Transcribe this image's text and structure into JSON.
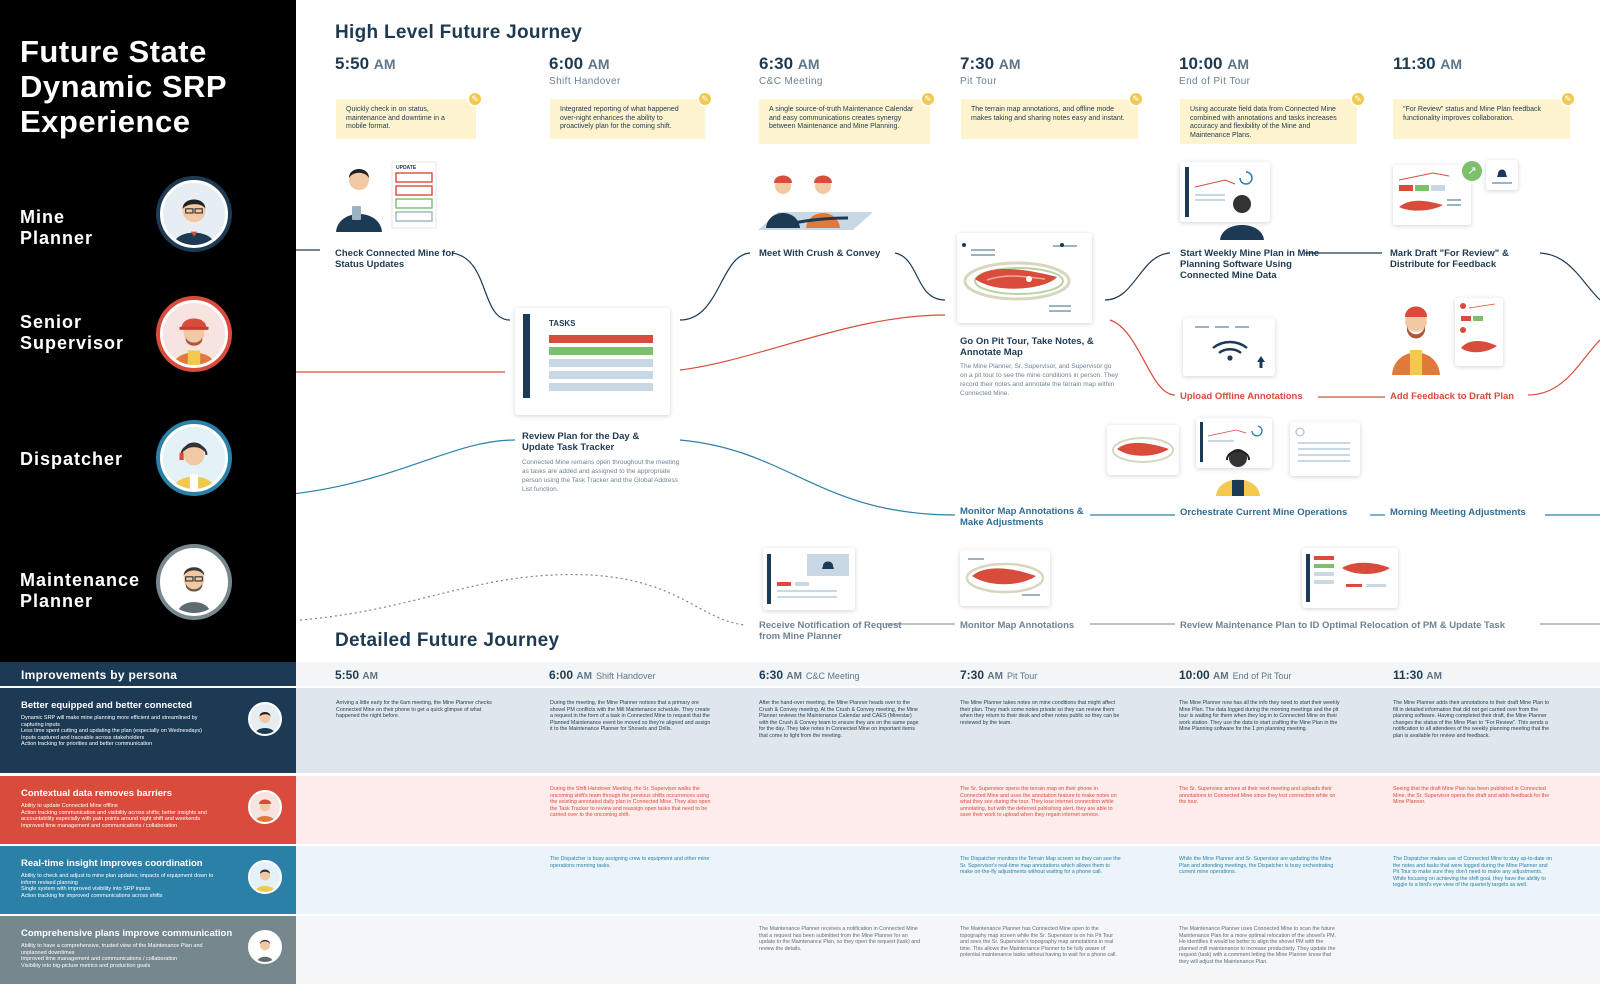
{
  "sidebar": {
    "title_lines": [
      "Future State",
      "Dynamic SRP",
      "Experience"
    ],
    "personas": [
      {
        "label_lines": [
          "Mine",
          "Planner"
        ],
        "color": "#1d3a55"
      },
      {
        "label_lines": [
          "Senior",
          "Supervisor"
        ],
        "color": "#d94c3b"
      },
      {
        "label_lines": [
          "Dispatcher"
        ],
        "color": "#2b80a8"
      },
      {
        "label_lines": [
          "Maintenance",
          "Planner"
        ],
        "color": "#77878e"
      }
    ]
  },
  "high_level": {
    "title": "High Level Future Journey",
    "columns": [
      {
        "time": "5:50",
        "ampm": "AM",
        "sub": "",
        "note": "Quickly check in on status, maintenance and downtime in a mobile format."
      },
      {
        "time": "6:00",
        "ampm": "AM",
        "sub": "Shift Handover",
        "note": "Integrated reporting of what happened over-night enhances the ability to proactively plan for the coming shift."
      },
      {
        "time": "6:30",
        "ampm": "AM",
        "sub": "C&C Meeting",
        "note": "A single source-of-truth Maintenance Calendar and easy communications creates synergy between Maintenance and Mine Planning."
      },
      {
        "time": "7:30",
        "ampm": "AM",
        "sub": "Pit Tour",
        "note": "The terrain map annotations, and offline mode makes taking and sharing notes easy and instant."
      },
      {
        "time": "10:00",
        "ampm": "AM",
        "sub": "End of Pit Tour",
        "note": "Using accurate field data from Connected Mine combined with annotations and tasks increases accuracy and flexibility of the Mine and Maintenance Plans."
      },
      {
        "time": "11:30",
        "ampm": "AM",
        "sub": "",
        "note": "\"For Review\" status and Mine Plan feedback functionality improves collaboration."
      }
    ],
    "steps": {
      "check_connected": "Check Connected Mine for Status Updates",
      "tasks_label": "TASKS",
      "update_label": "UPDATE",
      "review_plan": "Review Plan for the Day & Update Task Tracker",
      "review_plan_desc": "Connected Mine remains open throughout the meeting as tasks are added and assigned to the appropriate person using the Task Tracker and the Global Address List function.",
      "meet_crush": "Meet With Crush & Convey",
      "pit_tour": "Go On Pit Tour, Take Notes, & Annotate Map",
      "pit_tour_desc": "The Mine Planner, Sr. Supervisor, and Supervisor go on a pit tour to see the mine conditions in person. They record their notes and annotate the terrain map within Connected Mine.",
      "start_weekly": "Start Weekly Mine Plan in Mine Planning Software Using Connected Mine Data",
      "mark_draft": "Mark Draft \"For Review\" & Distribute for Feedback",
      "upload_offline": "Upload Offline Annotations",
      "add_feedback": "Add Feedback to Draft Plan",
      "monitor_adjust": "Monitor Map Annotations & Make Adjustments",
      "orchestrate": "Orchestrate Current Mine Operations",
      "morning_meeting": "Morning Meeting Adjustments",
      "receive_notification": "Receive Notification of Request from Mine Planner",
      "monitor_map": "Monitor Map Annotations",
      "review_maintenance": "Review Maintenance Plan to ID Optimal Relocation of PM & Update Task"
    }
  },
  "detailed": {
    "title": "Detailed Future Journey",
    "improvements_header": "Improvements by persona",
    "columns": [
      {
        "time": "5:50",
        "ampm": "AM",
        "sub": ""
      },
      {
        "time": "6:00",
        "ampm": "AM",
        "sub": "Shift Handover"
      },
      {
        "time": "6:30",
        "ampm": "AM",
        "sub": "C&C Meeting"
      },
      {
        "time": "7:30",
        "ampm": "AM",
        "sub": "Pit Tour"
      },
      {
        "time": "10:00",
        "ampm": "AM",
        "sub": "End of Pit Tour"
      },
      {
        "time": "11:30",
        "ampm": "AM",
        "sub": ""
      }
    ],
    "rows": [
      {
        "title": "Better equipped and better connected",
        "bullets": [
          "Dynamic SRP will make mine planning more efficient and streamlined by capturing inputs",
          "Less time spent cutting and updating the plan (especially on Wednesdays)",
          "Inputs captured and traceable across stakeholders",
          "Action tracking for priorities and better communication"
        ],
        "color": "#1d3a55",
        "band": "#dfe7ec",
        "text_color": "#1e3a52",
        "cells": [
          "Arriving a little early for the 6am meeting, the Mine Planner checks Connected Mine on their phone to get a quick glimpse of what happened the night before.",
          "During the meeting, the Mine Planner notices that a primary ore shovel PM conflicts with the Mill Maintenance schedule. They create a request in the form of a task in Connected Mine to request that the Planned Maintenance event be moved so they're aligned and assign it to the Maintenance Planner for Shovels and Drills.",
          "After the hand-over meeting, the Mine Planner heads over to the Crush & Convey meeting. At the Crush & Convey meeting, the Mine Planner reviews the Maintenance Calendar and CAES (Minestar) with the Crush & Convey team to ensure they are on the same page for the day. They take notes in Connected Mine on important items that come to light from the meeting.",
          "The Mine Planner takes notes on mine conditions that might affect their plan. They mark some notes private so they can review them when they return to their desk and other notes public so they can be reviewed by the team.",
          "The Mine Planner now has all the info they need to start their weekly Mine Plan. The data logged during the morning meetings and the pit tour is waiting for them when they log in to Connected Mine on their work station. They use the data to start crafting the Mine Plan in the Mine Planning software for the 1 pm planning meeting.",
          "The Mine Planner adds their annotations to their draft Mine Plan to fill in detailed information that did not get carried over from the planning software. Having completed their draft, the Mine Planner changes the status of the Mine Plan to \"For Review\". This sends a notification to all attendees of the weekly planning meeting that the plan is available for review and feedback."
        ]
      },
      {
        "title": "Contextual data removes barriers",
        "bullets": [
          "Ability to update Connected Mine offline",
          "Action tracking communication and visibility across shifts; better insights and accountability especially with pain points around night shift and weekends",
          "Improved time management and communications / collaboration"
        ],
        "color": "#d94c3b",
        "band": "#fdeceb",
        "text_color": "#d94c3b",
        "cells": [
          "",
          "During the Shift Handover Meeting, the Sr. Supervisor walks the oncoming shift's team through the previous shifts occurrences using the existing annotated daily plan in Connected Mine. They also open the Task Tracker to review and reassign open tasks that need to be carried over to the oncoming shift.",
          "",
          "The Sr. Supervisor opens the terrain map on their phone in Connected Mine and uses the annotation feature to make notes on what they see during the tour. They lose internet connection while annotating, but with the deferred publishing alert, they are able to save their work to upload when they regain internet service.",
          "The Sr. Supervisor arrives at their next meeting and uploads their annotations to Connected Mine since they lost connection while on the tour.",
          "Seeing that the draft Mine Plan has been published in Connected Mine, the Sr. Supervisor opens the draft and adds feedback for the Mine Planner."
        ]
      },
      {
        "title": "Real-time insight improves coordination",
        "bullets": [
          "Ability to check and adjust to mine plan updates; impacts of equipment down to inform revised planning",
          "Single system with improved visibility into SRP inputs",
          "Action tracking for improved communications across shifts"
        ],
        "color": "#2b80a8",
        "band": "#eaf4f9",
        "text_color": "#2b80a8",
        "cells": [
          "",
          "The Dispatcher is busy assigning crew to equipment and other mine operations morning tasks.",
          "",
          "The Dispatcher monitors the Terrain Map screen so they can see the Sr. Supervisor's real-time map annotations which allows them to make on-the-fly adjustments without waiting for a phone call.",
          "While the Mine Planner and Sr. Supervisor are updating the Mine Plan and attending meetings, the Dispatcher is busy orchestrating current mine operations.",
          "The Dispatcher makes use of Connected Mine to stay up-to-date on the notes and tasks that were logged during the Mine Planner and Pit Tour to make sure they don't need to make any adjustments. While focusing on achieving the shift goal, they have the ability to toggle to a bird's eye view of the quarterly targets as well."
        ]
      },
      {
        "title": "Comprehensive plans improve communication",
        "bullets": [
          "Ability to have a comprehensive, trusted view of the Maintenance Plan and unplanned downtimes",
          "Improved time management and communications / collaboration",
          "Visibility into big-picture metrics and production goals"
        ],
        "color": "#77878e",
        "band": "#f4f6f7",
        "text_color": "#5d6f78",
        "cells": [
          "",
          "",
          "The Maintenance Planner receives a notification in Connected Mine that a request has been submitted from the Mine Planner for an update to the Maintenance Plan, so they open the request (task) and review the details.",
          "The Maintenance Planner has Connected Mine open to the topography map screen while the Sr. Supervisor is on his Pit Tour and sees the Sr. Supervisor's topography map annotations in real time. This allows the Maintenance Planner to be fully aware of potential maintenance tasks without having to wait for a phone call.",
          "The Maintenance Planner uses Connected Mine to scan the future Maintenance Plan for a more optimal relocation of the shovel's PM. He identifies it would be better to align the shovel PM with the planned mill maintenance to increase productivity. They update the request (task) with a comment letting the Mine Planner know that they will adjust the Maintenance Plan.",
          ""
        ]
      }
    ]
  },
  "colors": {
    "navy": "#1d3a55",
    "red": "#d94c3b",
    "blue": "#2b80a8",
    "grey": "#77878e",
    "note_yellow": "#fdf3cf",
    "pin_yellow": "#f2c94c"
  }
}
